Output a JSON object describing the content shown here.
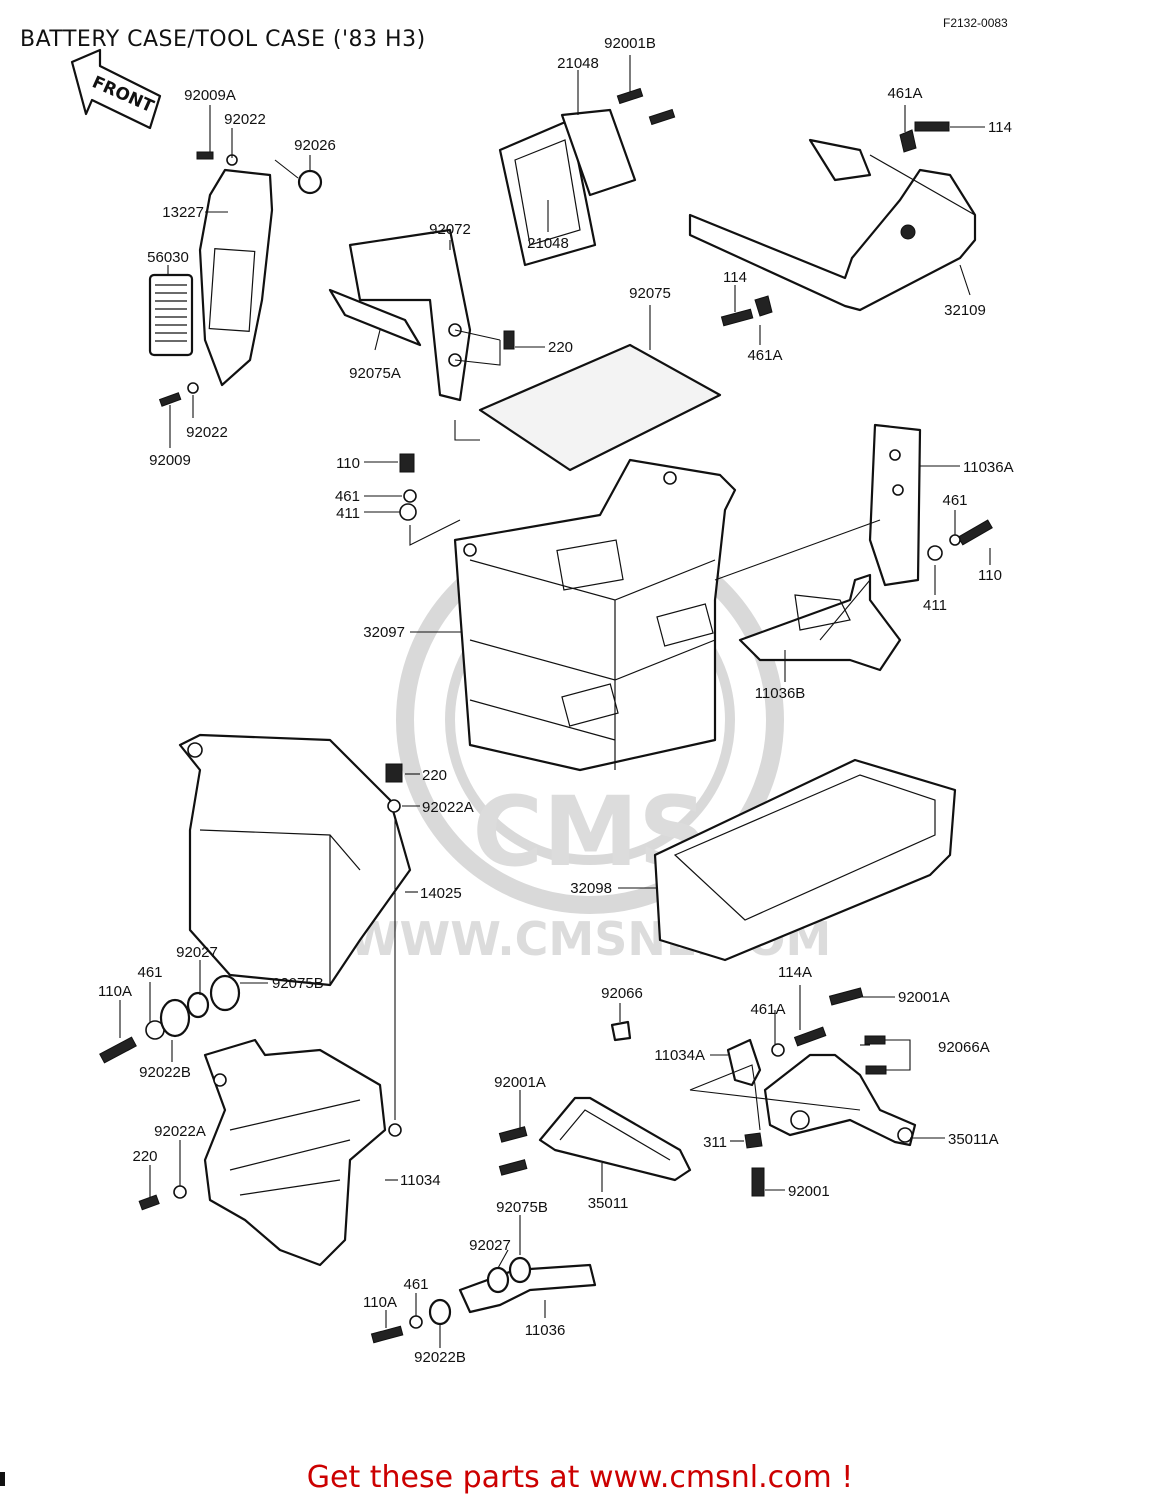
{
  "diagram": {
    "title": "BATTERY CASE/TOOL CASE ('83 H3)",
    "reference": "F2132-0083",
    "front_arrow_label": "FRONT",
    "watermark": {
      "brand": "CMS",
      "url": "WWW.CMSNL.COM"
    },
    "footer": {
      "text": "Get these parts at www.cmsnl.com !",
      "color": "#cc0000"
    },
    "labels": {
      "l92001B": "92001B",
      "l21048a": "21048",
      "l21048b": "21048",
      "l461Aa": "461A",
      "l114a": "114",
      "l92009A": "92009A",
      "l92022a": "92022",
      "l92026": "92026",
      "l13227": "13227",
      "l56030": "56030",
      "l92022b": "92022",
      "l92009": "92009",
      "l92072": "92072",
      "l92075A": "92075A",
      "l220a": "220",
      "l92075": "92075",
      "l114b": "114",
      "l461Ab": "461A",
      "l32109": "32109",
      "l110a": "110",
      "l461a": "461",
      "l411a": "411",
      "l11036A": "11036A",
      "l461b": "461",
      "l110b": "110",
      "l411b": "411",
      "l32097": "32097",
      "l11036B": "11036B",
      "l220b": "220",
      "l92022A": "92022A",
      "l14025": "14025",
      "l32098": "32098",
      "l92027a": "92027",
      "l461c": "461",
      "l110Aa": "110A",
      "l92075Ba": "92075B",
      "l92022Ba": "92022B",
      "l92066": "92066",
      "l114A": "114A",
      "l92001Aa": "92001A",
      "l461Ac": "461A",
      "l11034A": "11034A",
      "l92066A": "92066A",
      "l92001Ab": "92001A",
      "l92022Ab": "92022A",
      "l220c": "220",
      "l11034": "11034",
      "l311": "311",
      "l35011A": "35011A",
      "l35011": "35011",
      "l92001": "92001",
      "l92075Bb": "92075B",
      "l92027b": "92027",
      "l461d": "461",
      "l110Ab": "110A",
      "l11036": "11036",
      "l92022Bb": "92022B"
    }
  }
}
